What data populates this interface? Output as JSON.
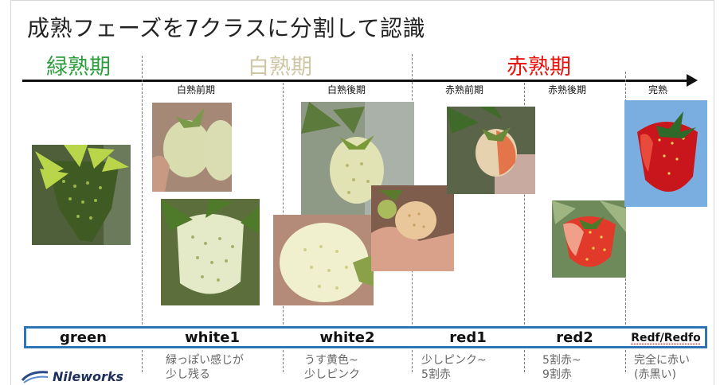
{
  "title": "成熟フェーズを7クラスに分割して認識",
  "periods": {
    "green": {
      "label": "緑熟期",
      "color": "#2e9e3e"
    },
    "white": {
      "label": "白熟期",
      "color": "#cfc6a4"
    },
    "red": {
      "label": "赤熟期",
      "color": "#e8140e"
    }
  },
  "sub_stages": [
    "白熟前期",
    "白熟後期",
    "赤熟前期",
    "赤熟後期",
    "完熟"
  ],
  "classes": [
    "green",
    "white1",
    "white2",
    "red1",
    "red2",
    "Redf/Redfo"
  ],
  "descriptions": [
    "緑っぽい感じが\n少し残る",
    "うす黄色~\n少しピンク",
    "少しピンク~\n5割赤",
    "5割赤~\n9割赤",
    "完全に赤い\n(赤黒い)"
  ],
  "logo": {
    "text": "Nileworks",
    "icon": "nileworks-wave-icon"
  },
  "colors": {
    "accent_blue": "#2e75b6",
    "text_gray": "#666666"
  }
}
